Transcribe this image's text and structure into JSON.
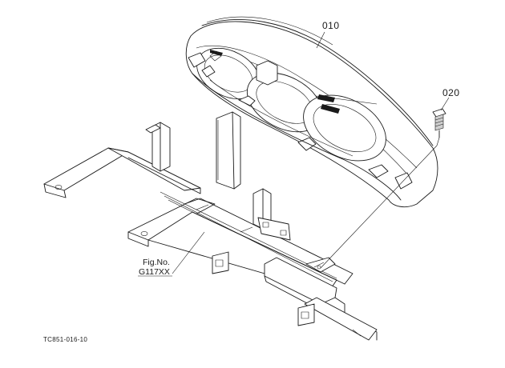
{
  "diagram": {
    "callouts": {
      "part_010": "010",
      "part_020": "020"
    },
    "figure_reference": {
      "line1": "Fig.No.",
      "line2": "G117XX"
    },
    "drawing_code": "TC851-016-10"
  },
  "colors": {
    "line": "#1a1a1a",
    "background": "#ffffff"
  }
}
